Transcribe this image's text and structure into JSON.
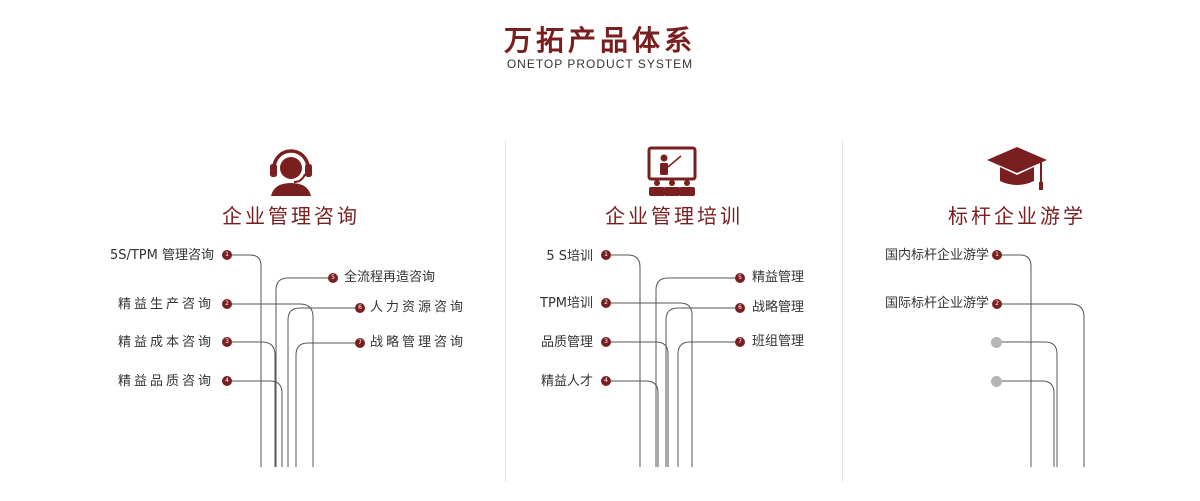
{
  "title": "万拓产品体系",
  "subtitle": "ONETOP PRODUCT SYSTEM",
  "accent_color": "#7a1f1f",
  "columns": [
    {
      "icon": "headset-person-icon",
      "heading": "企业管理咨询",
      "left_items": [
        {
          "num": "1",
          "label": "5S/TPM 管理咨询"
        },
        {
          "num": "2",
          "label": "精益生产咨询"
        },
        {
          "num": "3",
          "label": "精益成本咨询"
        },
        {
          "num": "4",
          "label": "精益品质咨询"
        }
      ],
      "right_items": [
        {
          "num": "5",
          "label": "全流程再造咨询"
        },
        {
          "num": "6",
          "label": "人力资源咨询"
        },
        {
          "num": "7",
          "label": "战略管理咨询"
        }
      ]
    },
    {
      "icon": "presentation-board-icon",
      "heading": "企业管理培训",
      "left_items": [
        {
          "num": "1",
          "label": "5 S培训"
        },
        {
          "num": "2",
          "label": "TPM培训"
        },
        {
          "num": "3",
          "label": "品质管理"
        },
        {
          "num": "4",
          "label": "精益人才"
        }
      ],
      "right_items": [
        {
          "num": "5",
          "label": "精益管理"
        },
        {
          "num": "6",
          "label": "战略管理"
        },
        {
          "num": "7",
          "label": "班组管理"
        }
      ]
    },
    {
      "icon": "graduation-cap-icon",
      "heading": "标杆企业游学",
      "left_items": [
        {
          "num": "1",
          "label": "国内标杆企业游学"
        },
        {
          "num": "2",
          "label": "国际标杆企业游学"
        }
      ]
    }
  ]
}
